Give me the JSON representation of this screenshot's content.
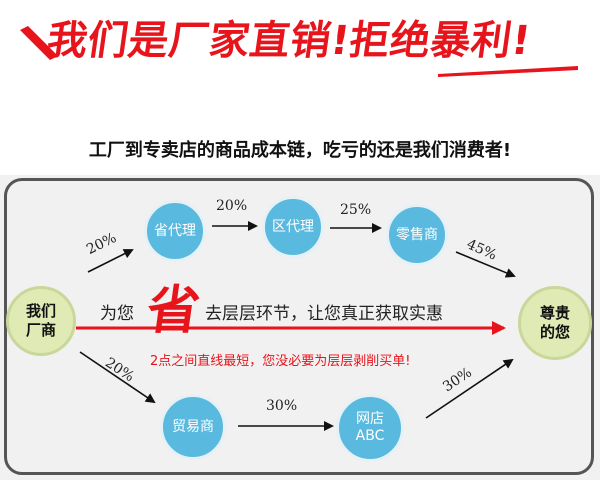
{
  "banner": {
    "title": "我们是厂家直销!拒绝暴利!",
    "accent_color": "#e8141b"
  },
  "subtitle": "工厂到专卖店的商品成本链，吃亏的还是我们消费者!",
  "nodes": {
    "factory": "我们\n厂商",
    "province": "省代理",
    "district": "区代理",
    "retail": "零售商",
    "customer": "尊贵\n的您",
    "trade": "贸易商",
    "online": "网店\nABC"
  },
  "percentages": {
    "factory_to_province": "20%",
    "province_to_district": "20%",
    "district_to_retail": "25%",
    "retail_to_customer": "45%",
    "factory_to_trade": "20%",
    "trade_to_online": "30%",
    "online_to_customer": "30%"
  },
  "slogan": {
    "prefix": "为您",
    "big": "省",
    "rest": "去层层环节，让您真正获取实惠",
    "red_note": "2点之间直线最短，您没必要为层层剥削买单!"
  },
  "colors": {
    "node_blue": "#5ab9de",
    "node_green": "#dfeab5",
    "panel": "#f1f1f1"
  }
}
